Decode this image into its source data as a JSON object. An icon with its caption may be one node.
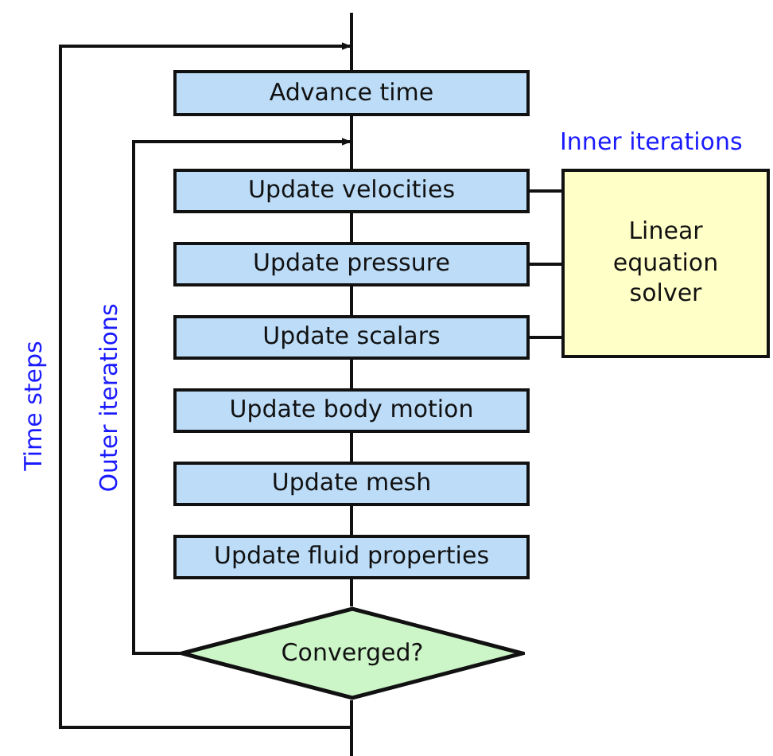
{
  "diagram": {
    "nodes": [
      {
        "text": [
          "Advance time"
        ]
      },
      {
        "text": [
          "Update velocities"
        ]
      },
      {
        "text": [
          "Update pressure"
        ]
      },
      {
        "text": [
          "Update scalars"
        ]
      },
      {
        "text": [
          "Update body motion"
        ]
      },
      {
        "text": [
          "Update mesh"
        ]
      },
      {
        "text": [
          "Update fluid properties"
        ]
      },
      {
        "text": [
          "Converged?"
        ]
      },
      {
        "text": [
          "Linear equation solver"
        ]
      }
    ],
    "edges": [
      {
        "from": null,
        "to": 0,
        "arrow": "none"
      },
      {
        "from": 0,
        "to": 1,
        "arrow": "none"
      },
      {
        "from": 1,
        "to": 2,
        "arrow": "none"
      },
      {
        "from": 2,
        "to": 3,
        "arrow": "none"
      },
      {
        "from": 3,
        "to": 4,
        "arrow": "none"
      },
      {
        "from": 4,
        "to": 5,
        "arrow": "none"
      },
      {
        "from": 5,
        "to": 6,
        "arrow": "none"
      },
      {
        "from": 6,
        "to": 7,
        "arrow": "none"
      },
      {
        "from": 7,
        "to": null,
        "arrow": "none"
      },
      {
        "from": 7,
        "to": 1,
        "arrow": "to"
      },
      {
        "from": 7,
        "to": 0,
        "arrow": "to"
      },
      {
        "from": 1,
        "to": 8,
        "arrow": "none"
      },
      {
        "from": 2,
        "to": 8,
        "arrow": "none"
      },
      {
        "from": 3,
        "to": 8,
        "arrow": "none"
      }
    ],
    "labels": [
      "Time steps",
      "Outer iterations",
      "Inner iterations"
    ]
  }
}
